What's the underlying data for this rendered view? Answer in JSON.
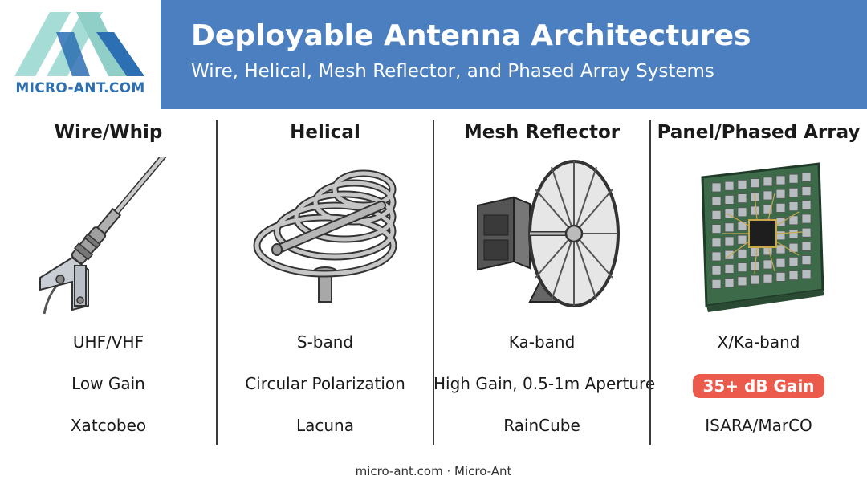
{
  "header": {
    "logo_text": "MICRO-ANT.COM",
    "title": "Deployable Antenna Architectures",
    "subtitle": "Wire, Helical, Mesh Reflector, and Phased Array Systems"
  },
  "columns": [
    {
      "title": "Wire/Whip",
      "band": "UHF/VHF",
      "feature": "Low Gain",
      "example": "Xatcobeo"
    },
    {
      "title": "Helical",
      "band": "S-band",
      "feature": "Circular Polarization",
      "example": "Lacuna"
    },
    {
      "title": "Mesh Reflector",
      "band": "Ka-band",
      "feature": "High Gain, 0.5-1m Aperture",
      "example": "RainCube"
    },
    {
      "title": "Panel/Phased Array",
      "band": "X/Ka-band",
      "feature": "35+ dB Gain",
      "example": "ISARA/MarCO"
    }
  ],
  "footer": "micro-ant.com · Micro-Ant",
  "colors": {
    "banner": "#4b7fc0",
    "badge": "#ec5a4c",
    "logo": "#2c6fb3"
  },
  "icons": [
    "whip-antenna-icon",
    "helical-antenna-icon",
    "mesh-reflector-icon",
    "phased-array-icon"
  ]
}
